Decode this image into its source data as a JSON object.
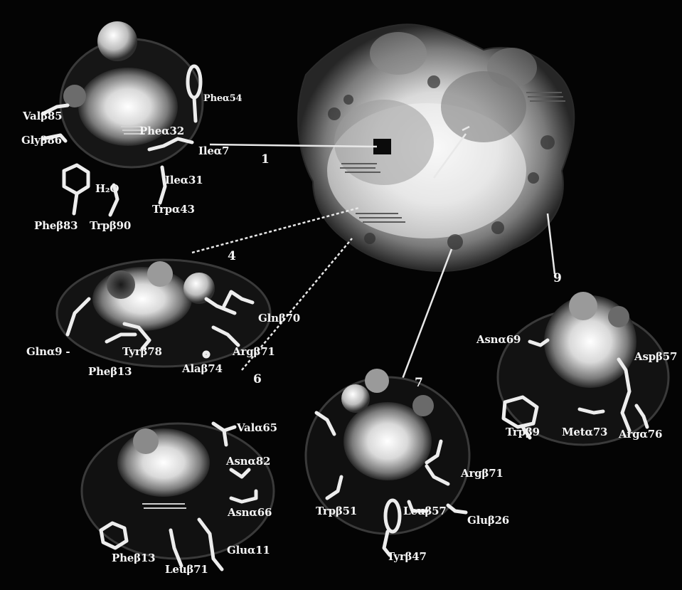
{
  "panels": [
    {
      "id": "1",
      "label": "1",
      "residues": [
        "Valβ85",
        "Glyβ86",
        "Pheα54",
        "Pheα32",
        "Ileα7",
        "Ileα31",
        "H₂O",
        "Trpα43",
        "Pheβ83",
        "Trpβ90"
      ]
    },
    {
      "id": "4",
      "label": "4",
      "residues": [
        "Glnα9 -",
        "Tyrβ78",
        "Pheβ13",
        "Alaβ74",
        "Argβ71",
        "Glnβ70"
      ]
    },
    {
      "id": "6",
      "label": "6",
      "residues": [
        "Valα65",
        "Asnα82",
        "Asnα66",
        "Pheβ13",
        "Leuβ71",
        "Gluα11"
      ]
    },
    {
      "id": "7",
      "label": "7",
      "residues": [
        "Trpβ51",
        "Argβ71",
        "Leuβ57",
        "Gluβ26",
        "Tyrβ47"
      ]
    },
    {
      "id": "9",
      "label": "9",
      "residues": [
        "Asnα69",
        "Aspβ57",
        "Trpβ9",
        "Metα73",
        "Argα76"
      ]
    }
  ]
}
